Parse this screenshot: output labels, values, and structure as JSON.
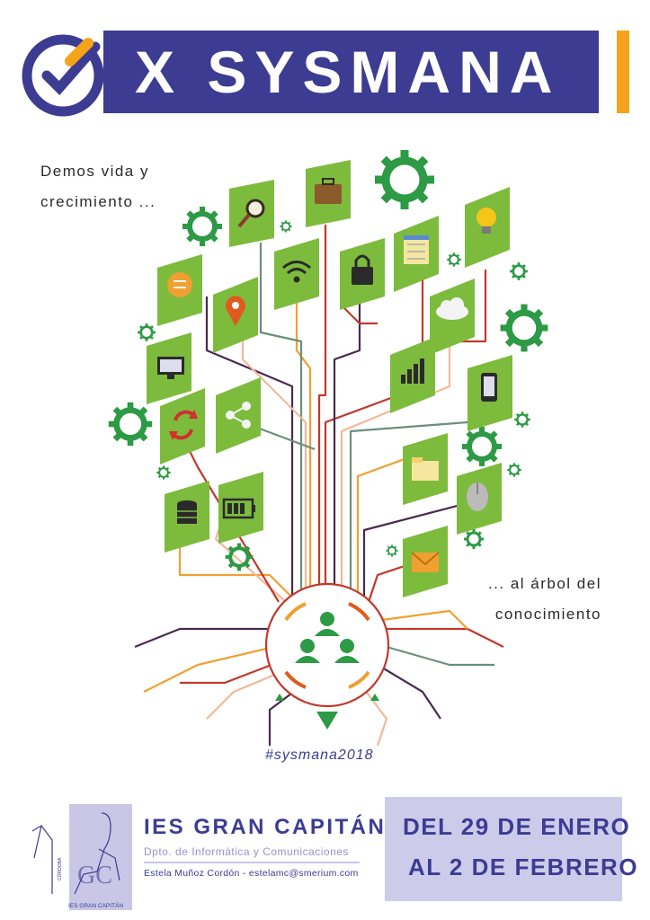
{
  "header": {
    "title": "X SYSMANA",
    "brand_color": "#3c3c93",
    "accent_color": "#f5a31b"
  },
  "taglines": {
    "line1a": "Demos vida y",
    "line1b": "crecimiento ...",
    "line2a": "... al árbol del",
    "line2b": "conocimiento"
  },
  "hashtag": "#sysmana2018",
  "tree": {
    "tile_color": "#7dbb3d",
    "gear_color": "#2d9a45",
    "tile_icons": [
      "briefcase-icon",
      "magnifier-icon",
      "lightbulb-icon",
      "notepad-icon",
      "wifi-icon",
      "padlock-icon",
      "chat-bubble-icon",
      "location-pin-icon",
      "cloud-icon",
      "monitor-icon",
      "bar-chart-icon",
      "smartphone-icon",
      "refresh-icon",
      "share-icon",
      "folder-icon",
      "database-icon",
      "battery-icon",
      "mouse-icon",
      "envelope-icon"
    ]
  },
  "footer": {
    "school_name": "IES GRAN CAPITÁN",
    "department": "Dpto. de Informática y Comunicaciones",
    "author": "Estela Muñoz Cordón - estelamc@smerium.com",
    "logo_text_city": "CÓRDOBA",
    "logo_text_school": "IES GRAN CAPITÁN",
    "logo_initials": "GC",
    "date_line1": "DEL 29 DE ENERO",
    "date_line2": "AL 2 DE FEBRERO"
  }
}
